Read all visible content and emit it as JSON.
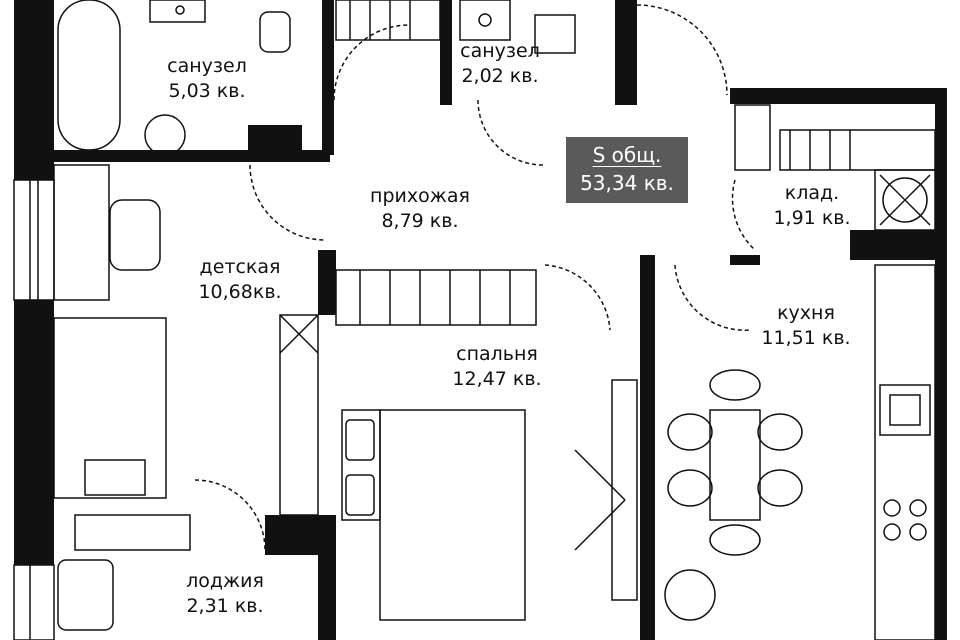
{
  "total": {
    "label": "S общ.",
    "value": "53,34 кв."
  },
  "rooms": [
    {
      "name": "санузел",
      "area": "5,03 кв."
    },
    {
      "name": "санузел",
      "area": "2,02 кв."
    },
    {
      "name": "прихожая",
      "area": "8,79 кв."
    },
    {
      "name": "клад.",
      "area": "1,91 кв."
    },
    {
      "name": "детская",
      "area": "10,68кв."
    },
    {
      "name": "спальня",
      "area": "12,47 кв."
    },
    {
      "name": "кухня",
      "area": "11,51 кв."
    },
    {
      "name": "лоджия",
      "area": "2,31 кв."
    }
  ],
  "colors": {
    "wall": "#111111",
    "badge": "#5a5a5a"
  }
}
